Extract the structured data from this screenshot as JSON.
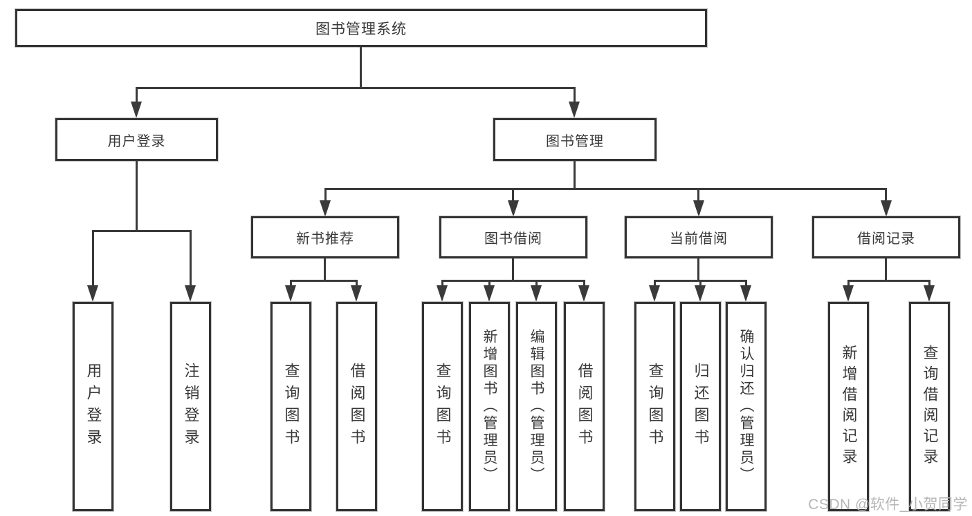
{
  "diagram_title": "图书管理系统",
  "colors": {
    "line": "#3a3a3a",
    "box_border": "#333333",
    "box_background": "#ffffff",
    "text": "#383838",
    "watermark": "#b5b5b5"
  },
  "nodes": {
    "root": "图书管理系统",
    "level2": {
      "user_login": "用户登录",
      "book_mgmt": "图书管理"
    },
    "level3": {
      "new_books": "新书推荐",
      "book_borrow": "图书借阅",
      "current_borrow": "当前借阅",
      "borrow_records": "借阅记录"
    },
    "leaves": {
      "user_login": [
        "用户登录",
        "注销登录"
      ],
      "new_books": [
        "查询图书",
        "借阅图书"
      ],
      "book_borrow": [
        "查询图书",
        "新增图书（管理员）",
        "编辑图书（管理员）",
        "借阅图书"
      ],
      "current_borrow": [
        "查询图书",
        "归还图书",
        "确认归还（管理员）"
      ],
      "borrow_records": [
        "新增借阅记录",
        "查询借阅记录"
      ]
    }
  },
  "watermark": "CSDN @软件_小贺同学"
}
